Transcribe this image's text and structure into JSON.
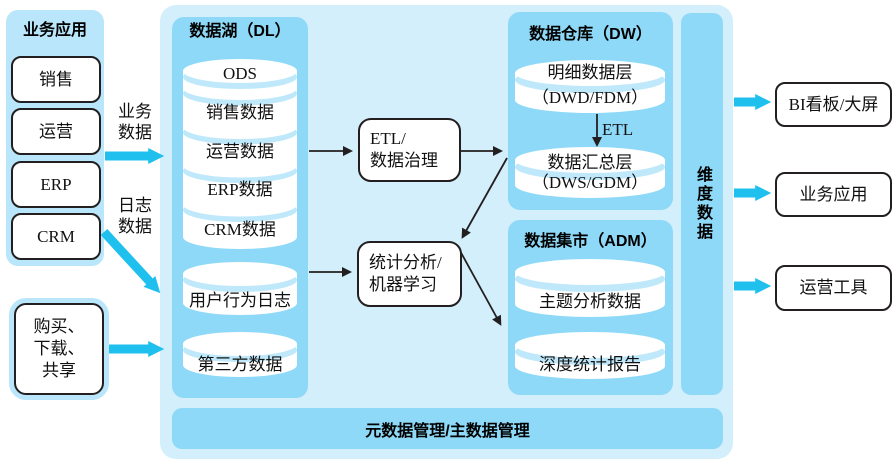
{
  "colors": {
    "outer_panel": "#d3effc",
    "light_panel": "#b9e6fa",
    "medium_panel": "#8ed9f7",
    "cyl_band": "#bfe9fb",
    "cyan": "#1fc0ee",
    "ink": "#231f20"
  },
  "left_panel": {
    "title": "业务应用",
    "apps": [
      "销售",
      "运营",
      "ERP",
      "CRM"
    ],
    "user_actions": [
      "购买、",
      "下载、",
      "共享"
    ]
  },
  "flow_labels": {
    "business": [
      "业务",
      "数据"
    ],
    "log": [
      "日志",
      "数据"
    ]
  },
  "data_lake": {
    "title": "数据湖（DL）",
    "stacked": [
      "ODS",
      "销售数据",
      "运营数据",
      "ERP数据",
      "CRM数据"
    ],
    "user_log": "用户行为日志",
    "third_party": "第三方数据"
  },
  "process": {
    "etl": [
      "ETL/",
      "数据治理"
    ],
    "analysis": [
      "统计分析/",
      "机器学习"
    ]
  },
  "dw": {
    "title": "数据仓库（DW）",
    "detail": [
      "明细数据层",
      "（DWD/FDM）"
    ],
    "etl_arrow": "ETL",
    "summary": [
      "数据汇总层",
      "（DWS/GDM）"
    ]
  },
  "adm": {
    "title": "数据集市（ADM）",
    "subject": "主题分析数据",
    "report": "深度统计报告"
  },
  "dimension": {
    "label": "维度数据"
  },
  "governance": {
    "label": "元数据管理/主数据管理"
  },
  "outputs": [
    "BI看板/大屏",
    "业务应用",
    "运营工具"
  ]
}
